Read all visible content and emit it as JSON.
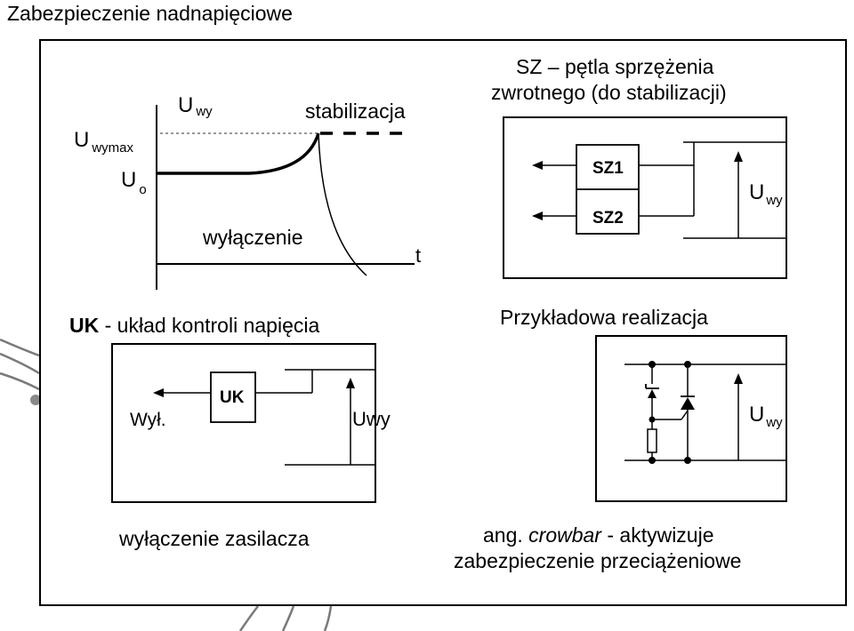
{
  "slide": {
    "title": "Zabezpieczenie nadnapięciowe"
  },
  "graph": {
    "u_wy_main": "U",
    "u_wy_sub": "wy",
    "u_wymax_main": "U",
    "u_wymax_sub": "wymax",
    "u_o_main": "U",
    "u_o_sub": "o",
    "stabilizacja_label": "stabilizacja",
    "wylaczenie_label": "wyłączenie",
    "t_label": "t"
  },
  "sz_block": {
    "caption_line1": "SZ – pętla sprzężenia",
    "caption_line2": "zwrotnego (do stabilizacji)",
    "sz1_label": "SZ1",
    "sz2_label": "SZ2",
    "u_wy_main": "U",
    "u_wy_sub": "wy"
  },
  "uk_block": {
    "heading_bold": "UK",
    "heading_rest": " - układ kontroli napięcia",
    "uk_label": "UK",
    "wyl_label": "Wył.",
    "uwy_label": "Uwy",
    "caption": "wyłączenie zasilacza"
  },
  "crowbar_block": {
    "heading": "Przykładowa realizacja",
    "u_wy_main": "U",
    "u_wy_sub": "wy",
    "caption_prefix": "ang. ",
    "caption_italic": "crowbar",
    "caption_suffix": " - aktywizuje",
    "caption_line2": "zabezpieczenie przeciążeniowe"
  }
}
